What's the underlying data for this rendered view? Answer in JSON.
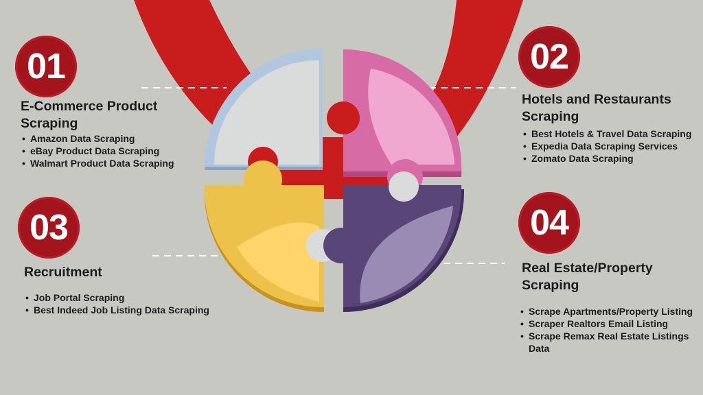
{
  "sections": [
    {
      "number": "01",
      "title": "E-Commerce Product Scraping",
      "items": [
        "Amazon Data Scraping",
        "eBay Product Data Scraping",
        "Walmart Product Data Scraping"
      ]
    },
    {
      "number": "02",
      "title": "Hotels and Restaurants Scraping",
      "items": [
        "Best Hotels & Travel Data Scraping",
        "Expedia Data Scraping Services",
        "Zomato Data Scraping"
      ]
    },
    {
      "number": "03",
      "title": "Recruitment",
      "items": [
        "Job Portal Scraping",
        "Best Indeed Job Listing Data Scraping"
      ]
    },
    {
      "number": "04",
      "title": "Real Estate/Property Scraping",
      "items": [
        "Scrape Apartments/Property Listing",
        "Scraper Realtors Email Listing",
        "Scrape Remax Real Estate Listings Data"
      ]
    }
  ],
  "colors": {
    "background": "#c8c8c3",
    "badge": "#a3141c",
    "ribbon": "#c91c1c",
    "piece_blue": "#b0c7df",
    "piece_pink": "#d66ba6",
    "piece_yellow": "#ecc24a",
    "piece_purple": "#5a4579"
  },
  "icons": [
    "ribbon-shape",
    "puzzle-circle"
  ]
}
